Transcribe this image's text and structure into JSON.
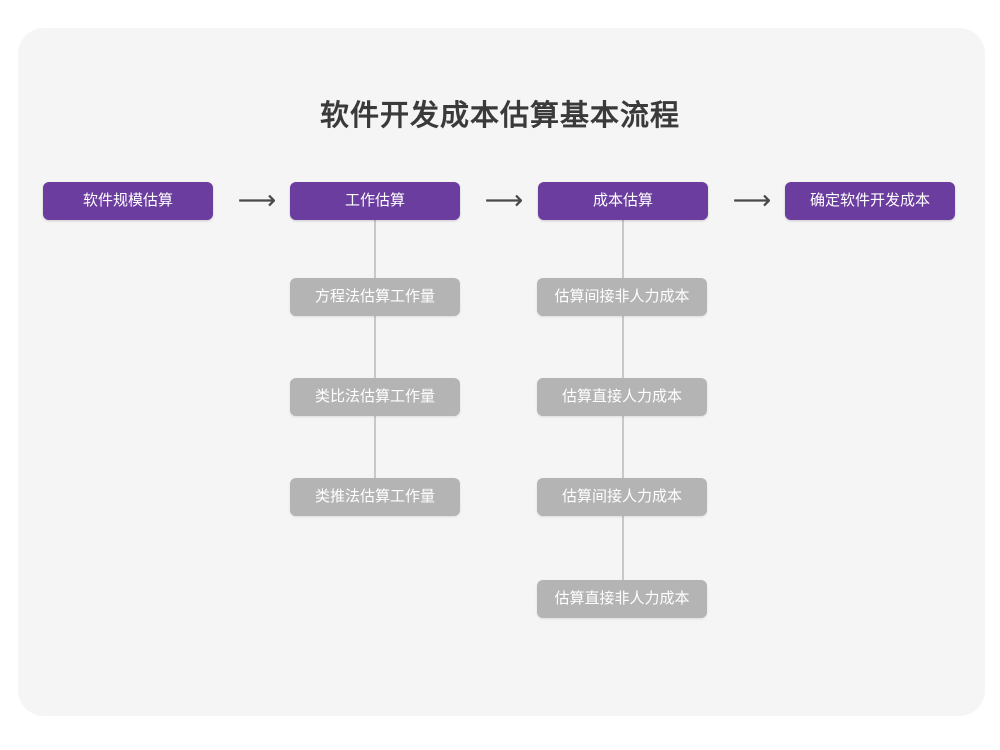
{
  "diagram": {
    "title": "软件开发成本估算基本流程",
    "type": "flowchart",
    "colors": {
      "page_background": "#ffffff",
      "card_background": "#f5f5f5",
      "primary_node": "#6b3d9e",
      "secondary_node": "#b4b4b4",
      "node_text": "#ffffff",
      "title_text": "#3a3a3a",
      "arrow": "#4a4a4a",
      "connector": "#c8c8c8"
    },
    "main_flow": [
      {
        "id": "step-1",
        "label": "软件规模估算"
      },
      {
        "id": "step-2",
        "label": "工作估算"
      },
      {
        "id": "step-3",
        "label": "成本估算"
      },
      {
        "id": "step-4",
        "label": "确定软件开发成本"
      }
    ],
    "arrows": [
      {
        "id": "arrow-1",
        "glyph": "⟶"
      },
      {
        "id": "arrow-2",
        "glyph": "⟶"
      },
      {
        "id": "arrow-3",
        "glyph": "⟶"
      }
    ],
    "branches": [
      {
        "parent": "step-2",
        "items": [
          {
            "label": "方程法估算工作量"
          },
          {
            "label": "类比法估算工作量"
          },
          {
            "label": "类推法估算工作量"
          }
        ]
      },
      {
        "parent": "step-3",
        "items": [
          {
            "label": "估算间接非人力成本"
          },
          {
            "label": "估算直接人力成本"
          },
          {
            "label": "估算间接人力成本"
          },
          {
            "label": "估算直接非人力成本"
          }
        ]
      }
    ]
  }
}
